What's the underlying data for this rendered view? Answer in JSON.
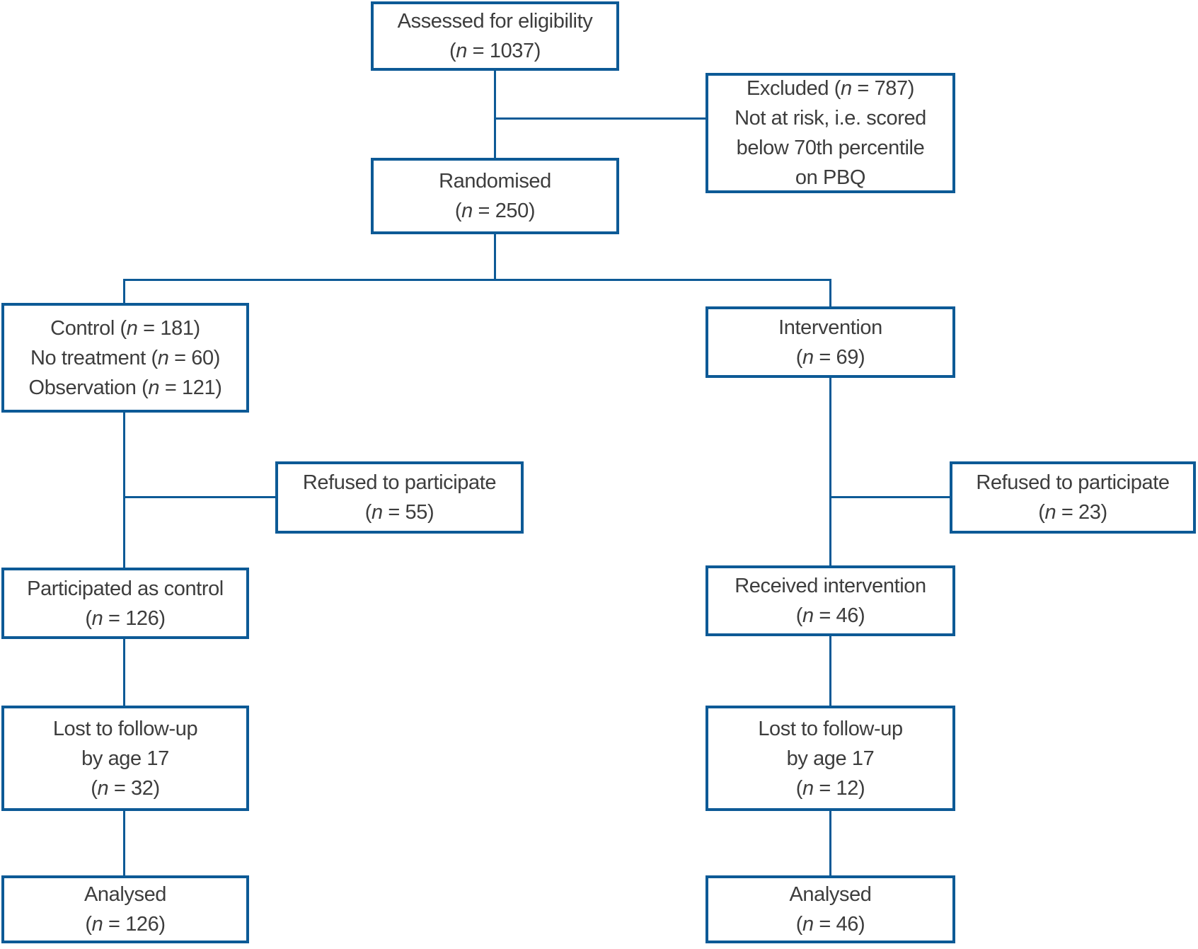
{
  "figure": {
    "kind": "participant-flow-diagram",
    "colors": {
      "line": "#0d5a96",
      "text": "#3d3d3d",
      "background": "#ffffff"
    }
  },
  "boxes": {
    "assessed": {
      "lines": [
        {
          "text": "Assessed for eligibility"
        },
        {
          "pre": "(",
          "n": "n",
          "post": " = 1037)"
        }
      ]
    },
    "excluded": {
      "lines": [
        {
          "pre": "Excluded (",
          "n": "n",
          "post": " = 787)"
        },
        {
          "text": "Not at risk, i.e. scored"
        },
        {
          "text": "below 70th percentile"
        },
        {
          "text": "on PBQ"
        }
      ]
    },
    "randomised": {
      "lines": [
        {
          "text": "Randomised"
        },
        {
          "pre": "(",
          "n": "n",
          "post": " = 250)"
        }
      ]
    },
    "control": {
      "lines": [
        {
          "pre": "Control (",
          "n": "n",
          "post": " = 181)"
        },
        {
          "pre": "No treatment (",
          "n": "n",
          "post": " = 60)"
        },
        {
          "pre": "Observation (",
          "n": "n",
          "post": " = 121)"
        }
      ]
    },
    "intervention": {
      "lines": [
        {
          "text": "Intervention"
        },
        {
          "pre": "(",
          "n": "n",
          "post": " = 69)"
        }
      ]
    },
    "refused_control": {
      "lines": [
        {
          "text": "Refused to participate"
        },
        {
          "pre": "(",
          "n": "n",
          "post": " = 55)"
        }
      ]
    },
    "refused_intervention": {
      "lines": [
        {
          "text": "Refused to participate"
        },
        {
          "pre": "(",
          "n": "n",
          "post": " = 23)"
        }
      ]
    },
    "participated_control": {
      "lines": [
        {
          "text": "Participated as control"
        },
        {
          "pre": "(",
          "n": "n",
          "post": " = 126)"
        }
      ]
    },
    "received_intervention": {
      "lines": [
        {
          "text": "Received intervention"
        },
        {
          "pre": "(",
          "n": "n",
          "post": " = 46)"
        }
      ]
    },
    "lost_control": {
      "lines": [
        {
          "text": "Lost to follow-up"
        },
        {
          "text": "by age 17"
        },
        {
          "pre": "(",
          "n": "n",
          "post": " = 32)"
        }
      ]
    },
    "lost_intervention": {
      "lines": [
        {
          "text": "Lost to follow-up"
        },
        {
          "text": "by age 17"
        },
        {
          "pre": "(",
          "n": "n",
          "post": " = 12)"
        }
      ]
    },
    "analysed_control": {
      "lines": [
        {
          "text": "Analysed"
        },
        {
          "pre": "(",
          "n": "n",
          "post": " = 126)"
        }
      ]
    },
    "analysed_intervention": {
      "lines": [
        {
          "text": "Analysed"
        },
        {
          "pre": "(",
          "n": "n",
          "post": " = 46)"
        }
      ]
    }
  },
  "edges": [
    {
      "from": "assessed",
      "to": "excluded"
    },
    {
      "from": "assessed",
      "to": "randomised"
    },
    {
      "from": "randomised",
      "to": "control"
    },
    {
      "from": "randomised",
      "to": "intervention"
    },
    {
      "from": "control",
      "to": "refused_control"
    },
    {
      "from": "control",
      "to": "participated_control"
    },
    {
      "from": "intervention",
      "to": "refused_intervention"
    },
    {
      "from": "intervention",
      "to": "received_intervention"
    },
    {
      "from": "participated_control",
      "to": "lost_control"
    },
    {
      "from": "received_intervention",
      "to": "lost_intervention"
    },
    {
      "from": "lost_control",
      "to": "analysed_control"
    },
    {
      "from": "lost_intervention",
      "to": "analysed_intervention"
    }
  ]
}
